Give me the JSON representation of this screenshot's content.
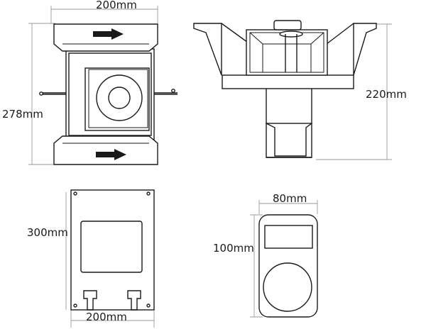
{
  "dimensions": {
    "front_width": "200mm",
    "front_height": "278mm",
    "side_height": "220mm",
    "plate_height": "300mm",
    "plate_width": "200mm",
    "control_width": "80mm",
    "control_height": "100mm"
  },
  "icons": {
    "flow_arrow": "arrow-right-icon"
  }
}
